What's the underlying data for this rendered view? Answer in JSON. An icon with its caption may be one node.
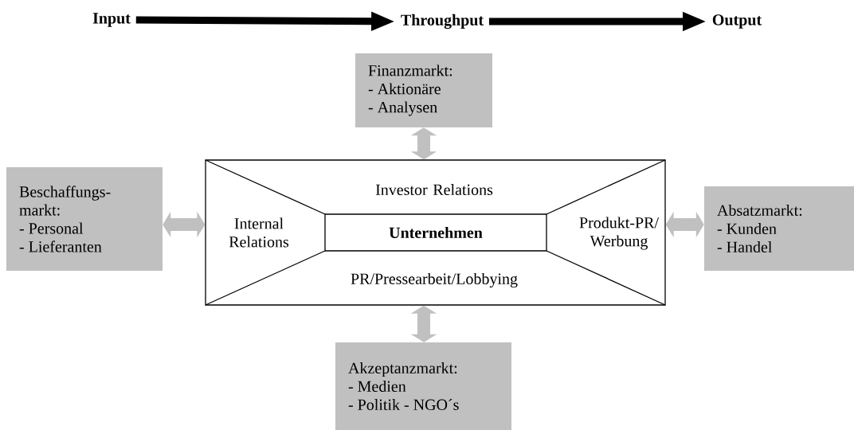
{
  "diagram": {
    "nodes": [
      {
        "text": [
          "Input"
        ]
      },
      {
        "text": [
          "Throughput"
        ]
      },
      {
        "text": [
          "Output"
        ]
      },
      {
        "text": [
          "Finanzmarkt:",
          "- Aktionäre",
          "- Analysen"
        ]
      },
      {
        "text": [
          "Beschaffungs-",
          "markt:",
          "- Personal",
          "- Lieferanten"
        ]
      },
      {
        "text": [],
        "shape": "box"
      },
      {
        "text": [
          "Investor Relations"
        ],
        "in": 5
      },
      {
        "text": [
          "Internal Relations"
        ],
        "in": 5
      },
      {
        "text": [
          "Unternehmen"
        ],
        "in": 5
      },
      {
        "text": [
          "Produkt-PR/ Werbung"
        ],
        "in": 5
      },
      {
        "text": [
          "PR/Pressearbeit/Lobbying"
        ],
        "in": 5
      },
      {
        "text": [
          "Absatzmarkt:",
          "- Kunden",
          "- Handel"
        ]
      },
      {
        "text": [
          "Akzeptanzmarkt:",
          "- Medien",
          "- Politik - NGO´s"
        ]
      }
    ],
    "edges": [
      {
        "from": 0,
        "to": 1,
        "arrow": "to",
        "color": "#000000"
      },
      {
        "from": 1,
        "to": 2,
        "arrow": "to",
        "color": "#000000"
      },
      {
        "from": 3,
        "to": 5,
        "arrow": "both"
      },
      {
        "from": 4,
        "to": 5,
        "arrow": "both"
      },
      {
        "from": 5,
        "to": 11,
        "arrow": "both"
      },
      {
        "from": 5,
        "to": 12,
        "arrow": "both"
      }
    ]
  }
}
